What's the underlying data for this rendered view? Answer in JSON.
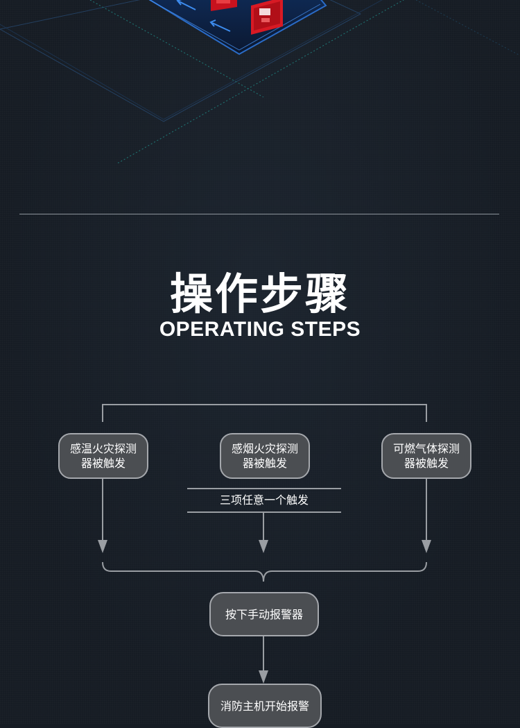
{
  "header": {
    "title_cn": "操作步骤",
    "title_en": "OPERATING STEPS"
  },
  "flowchart": {
    "detectors": [
      {
        "label": "感温火灾探测\n器被触发"
      },
      {
        "label": "感烟火灾探测\n器被触发"
      },
      {
        "label": "可燃气体探测\n器被触发"
      }
    ],
    "condition": "三项任意一个触发",
    "steps": [
      {
        "label": "按下手动报警器"
      },
      {
        "label": "消防主机开始报警"
      }
    ]
  },
  "colors": {
    "background": "#161c24",
    "node_fill": "#4b4e52",
    "node_border": "#a5a8ad",
    "line": "#9a9ea3",
    "isometric_glow": "#2a6cc8",
    "alarm_red": "#d81a24"
  },
  "icons": [
    "arrow-icon",
    "fire-alarm-panel-icon"
  ]
}
